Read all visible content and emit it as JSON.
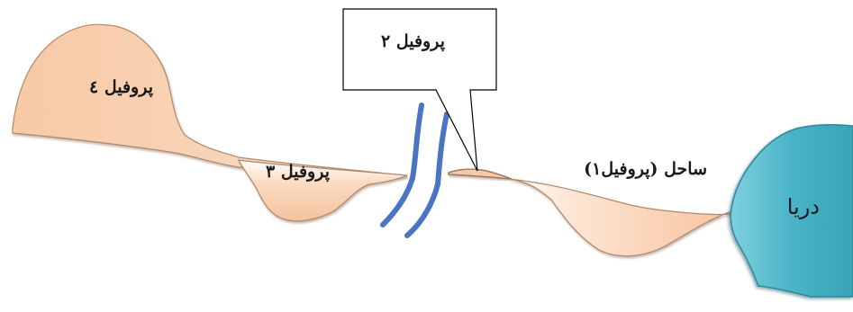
{
  "labels": {
    "profile_4": "پروفیل ٤",
    "profile_3": "پروفیل ۳",
    "profile_2": "پروفیل ۲",
    "coast_profile_1": "ساحل (پروفیل۱)",
    "sea": "دریا"
  },
  "colors": {
    "terrain_fill": "#f7c9a6",
    "terrain_fill_light": "#ffffff",
    "terrain_edge": "#9c7a62",
    "sea_fill": "#49b3c7",
    "sea_fill_light": "#7fd0de",
    "sea_edge": "#2f8a9c",
    "river_stroke": "#4b74c2",
    "callout_stroke": "#000000"
  }
}
